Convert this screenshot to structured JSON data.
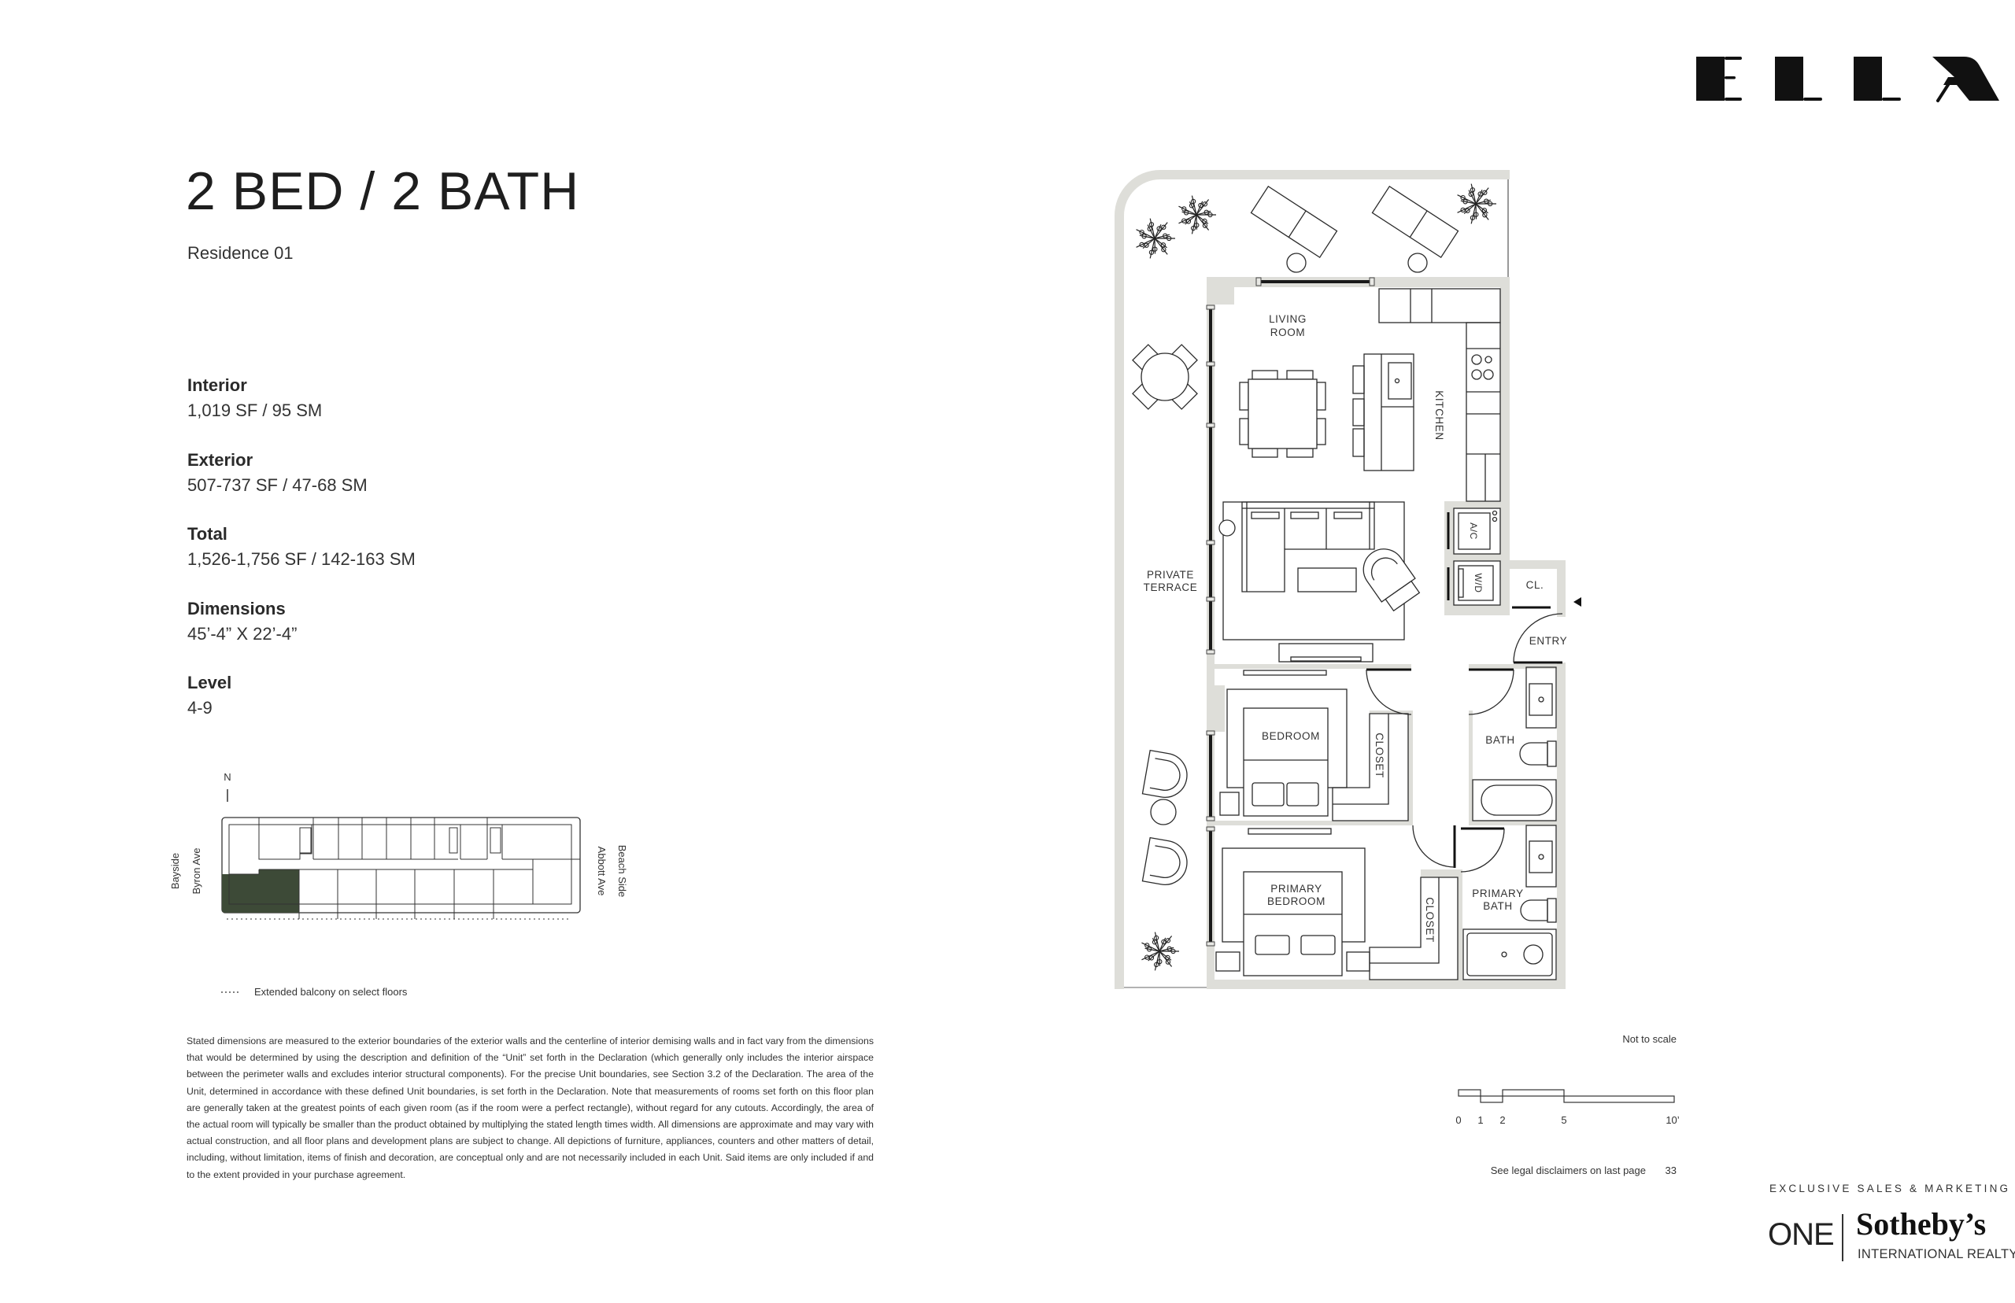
{
  "logo": {
    "text": "ELLA"
  },
  "header": {
    "title": "2 BED / 2 BATH",
    "residence": "Residence 01"
  },
  "specs": [
    {
      "label": "Interior",
      "value": "1,019 SF / 95 SM"
    },
    {
      "label": "Exterior",
      "value": "507-737 SF / 47-68 SM"
    },
    {
      "label": "Total",
      "value": "1,526-1,756 SF / 142-163 SM"
    },
    {
      "label": "Dimensions",
      "value": "45’-4” X 22’-4”"
    },
    {
      "label": "Level",
      "value": "4-9"
    }
  ],
  "keyplate": {
    "north": "N",
    "left_outer": "Bayside",
    "left_inner": "Byron Ave",
    "right_inner": "Abbott Ave",
    "right_outer": "Beach Side",
    "highlight_color": "#3d4a37",
    "legend": "Extended balcony on select floors"
  },
  "disclaimer": "Stated dimensions are measured to the exterior boundaries of the exterior walls and the centerline of interior demising walls and in fact vary from the dimensions that would be determined by using the description and definition of the “Unit” set forth in the Declaration (which generally only includes the interior airspace between the perimeter walls and excludes interior structural components). For the precise Unit boundaries, see Section 3.2 of the Declaration. The area of the Unit, determined in accordance with these defined Unit boundaries, is set forth in the Declaration. Note that measurements of rooms set forth on this floor plan are generally taken at the greatest points of each given room (as if the room were a perfect rectangle), without regard for any cutouts. Accordingly, the area of the actual room will typically be smaller than the product obtained by multiplying the stated length times width. All dimensions are approximate and may vary with actual construction, and all floor plans and development plans are subject to change. All depictions of furniture, appliances, counters and other matters of detail, including, without limitation, items of finish and decoration, are conceptual only and are not necessarily included in each Unit. Said items are only included if and to the extent provided in your purchase agreement.",
  "floorplan": {
    "living_1": "LIVING",
    "living_2": "ROOM",
    "kitchen": "KITCHEN",
    "terrace_1": "PRIVATE",
    "terrace_2": "TERRACE",
    "ac": "A/C",
    "wd": "W/D",
    "closet_small": "CL.",
    "entry": "ENTRY",
    "bedroom": "BEDROOM",
    "closet": "CLOSET",
    "bath": "BATH",
    "primary_1": "PRIMARY",
    "primary_2": "BEDROOM",
    "primary_bath_1": "PRIMARY",
    "primary_bath_2": "BATH",
    "closet2": "CLOSET"
  },
  "scale": {
    "note": "Not to scale",
    "ticks": [
      "0",
      "1",
      "2",
      "5",
      "10’"
    ]
  },
  "footer": {
    "legal": "See legal disclaimers on last page",
    "page": "33",
    "exclusive": "EXCLUSIVE SALES & MARKETING BY",
    "one": "ONE",
    "sothebys": "Sotheby’s",
    "intl": "INTERNATIONAL REALTY"
  }
}
